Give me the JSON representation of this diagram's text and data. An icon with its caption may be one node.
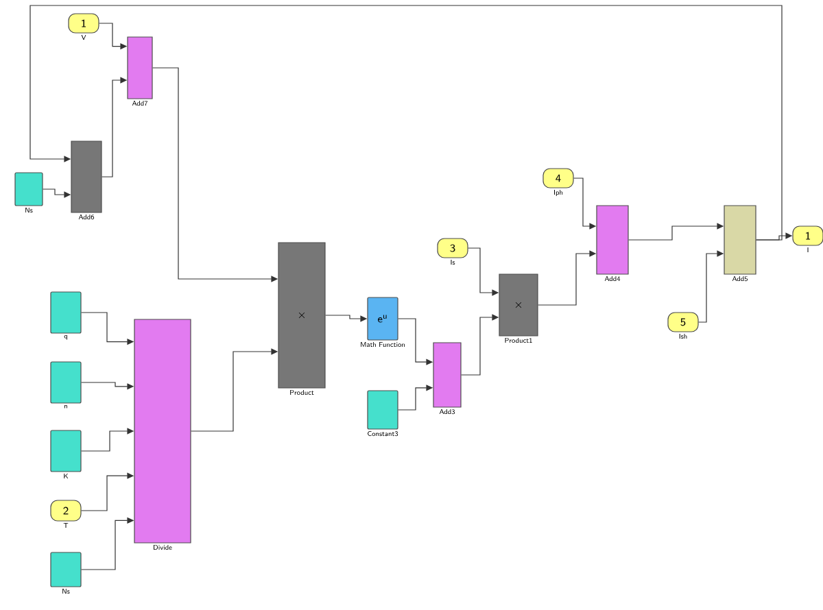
{
  "diagram": {
    "nodes": [
      {
        "text": [
          "1",
          "V"
        ]
      },
      {
        "text": [
          "Add7"
        ]
      },
      {
        "text": [
          "Add6"
        ]
      },
      {
        "text": [
          "Ns"
        ]
      },
      {
        "text": [
          "×",
          "Product"
        ]
      },
      {
        "text": [
          "Divide"
        ]
      },
      {
        "text": [
          "q"
        ]
      },
      {
        "text": [
          "n"
        ]
      },
      {
        "text": [
          "K"
        ]
      },
      {
        "text": [
          "2",
          "T"
        ]
      },
      {
        "text": [
          "Ns"
        ]
      },
      {
        "text": [
          "e$^{u}$",
          "Math Function"
        ]
      },
      {
        "text": [
          "Constant3"
        ]
      },
      {
        "text": [
          "Add3"
        ]
      },
      {
        "text": [
          "3",
          "Is"
        ]
      },
      {
        "text": [
          "×",
          "Product1"
        ]
      },
      {
        "text": [
          "4",
          "Iph"
        ]
      },
      {
        "text": [
          "Add4"
        ]
      },
      {
        "text": [
          "Add5"
        ]
      },
      {
        "text": [
          "5",
          "Ish"
        ]
      },
      {
        "text": [
          "1",
          "I"
        ]
      }
    ],
    "edges": [
      {
        "from": 0,
        "to": 1,
        "arrow": "to"
      },
      {
        "from": 2,
        "to": 1,
        "arrow": "to"
      },
      {
        "from": 18,
        "to": 2,
        "arrow": "to"
      },
      {
        "from": 3,
        "to": 2,
        "arrow": "to"
      },
      {
        "from": 1,
        "to": 4,
        "arrow": "to"
      },
      {
        "from": 5,
        "to": 4,
        "arrow": "to"
      },
      {
        "from": 6,
        "to": 5,
        "arrow": "to"
      },
      {
        "from": 7,
        "to": 5,
        "arrow": "to"
      },
      {
        "from": 8,
        "to": 5,
        "arrow": "to"
      },
      {
        "from": 9,
        "to": 5,
        "arrow": "to"
      },
      {
        "from": 10,
        "to": 5,
        "arrow": "to"
      },
      {
        "from": 4,
        "to": 11,
        "arrow": "to"
      },
      {
        "from": 11,
        "to": 13,
        "arrow": "to"
      },
      {
        "from": 12,
        "to": 13,
        "arrow": "to"
      },
      {
        "from": 14,
        "to": 15,
        "arrow": "to"
      },
      {
        "from": 13,
        "to": 15,
        "arrow": "to"
      },
      {
        "from": 16,
        "to": 17,
        "arrow": "to"
      },
      {
        "from": 15,
        "to": 17,
        "arrow": "to"
      },
      {
        "from": 17,
        "to": 18,
        "arrow": "to"
      },
      {
        "from": 19,
        "to": 18,
        "arrow": "to"
      },
      {
        "from": 18,
        "to": 20,
        "arrow": "to"
      }
    ]
  }
}
